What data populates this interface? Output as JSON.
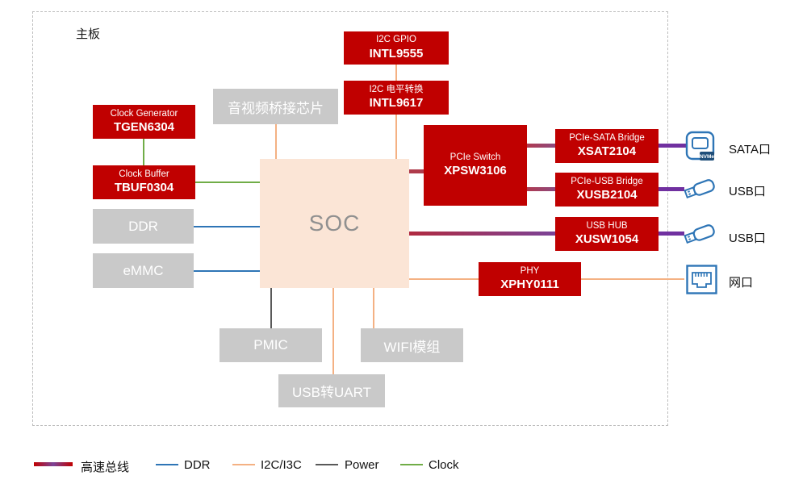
{
  "board": {
    "title": "主板"
  },
  "colors": {
    "red_box": "#C00000",
    "gray_box": "#C9C9C9",
    "soc_bg": "#FBE5D6",
    "soc_text": "#909090",
    "ddr_line": "#2E75B6",
    "i2c_line": "#F4B183",
    "power_line": "#595959",
    "clock_line": "#70AD47",
    "bus_red": "#B02A40",
    "bus_purple": "#7030A0",
    "icon_blue": "#2E75B6"
  },
  "blocks": {
    "i2c_gpio": {
      "name": "I2C GPIO",
      "part": "INTL9555"
    },
    "i2c_level_shift": {
      "name": "I2C 电平转换",
      "part": "INTL9617"
    },
    "av_bridge": {
      "label": "音视频桥接芯片"
    },
    "clock_generator": {
      "name": "Clock Generator",
      "part": "TGEN6304"
    },
    "clock_buffer": {
      "name": "Clock Buffer",
      "part": "TBUF0304"
    },
    "ddr": {
      "label": "DDR"
    },
    "emmc": {
      "label": "eMMC"
    },
    "soc": {
      "label": "SOC"
    },
    "pcie_switch": {
      "name": "PCIe Switch",
      "part": "XPSW3106"
    },
    "pcie_sata_bridge": {
      "name": "PCIe-SATA Bridge",
      "part": "XSAT2104"
    },
    "pcie_usb_bridge": {
      "name": "PCIe-USB Bridge",
      "part": "XUSB2104"
    },
    "usb_hub": {
      "name": "USB HUB",
      "part": "XUSW1054"
    },
    "phy": {
      "name": "PHY",
      "part": "XPHY0111"
    },
    "pmic": {
      "label": "PMIC"
    },
    "wifi": {
      "label": "WIFI模组"
    },
    "usb_uart": {
      "label": "USB转UART"
    }
  },
  "ports": [
    {
      "label": "SATA口",
      "icon": "nvme-drive-icon",
      "icon_text": "NVMe"
    },
    {
      "label": "USB口",
      "icon": "usb-drive-icon"
    },
    {
      "label": "USB口",
      "icon": "usb-drive-icon"
    },
    {
      "label": "网口",
      "icon": "ethernet-port-icon"
    }
  ],
  "legend": [
    {
      "label": "高速总线",
      "style": "bus"
    },
    {
      "label": "DDR",
      "style": "ddr"
    },
    {
      "label": "I2C/I3C",
      "style": "i2c"
    },
    {
      "label": "Power",
      "style": "power"
    },
    {
      "label": "Clock",
      "style": "clock"
    }
  ]
}
